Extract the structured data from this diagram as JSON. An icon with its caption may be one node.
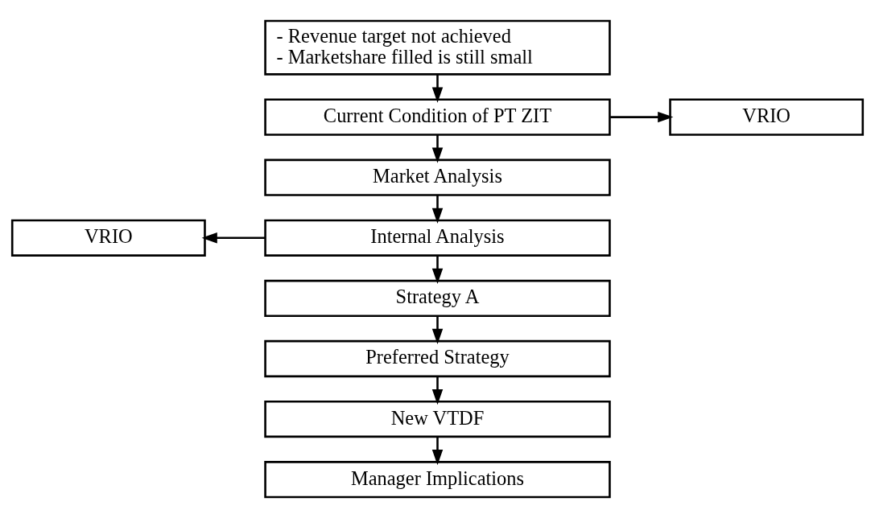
{
  "diagram": {
    "nodes": [
      {
        "text": [
          "- Revenue target not achieved",
          "- Marketshare filled is still small"
        ]
      },
      {
        "text": [
          "Current Condition of PT ZIT"
        ]
      },
      {
        "text": [
          "VRIO"
        ]
      },
      {
        "text": [
          "Market Analysis"
        ]
      },
      {
        "text": [
          "VRIO"
        ]
      },
      {
        "text": [
          "Internal Analysis"
        ]
      },
      {
        "text": [
          "Strategy A"
        ]
      },
      {
        "text": [
          "Preferred Strategy"
        ]
      },
      {
        "text": [
          "New VTDF"
        ]
      },
      {
        "text": [
          "Manager Implications"
        ]
      }
    ],
    "edges": [
      {
        "from": 0,
        "to": 1,
        "arrow": "to"
      },
      {
        "from": 1,
        "to": 2,
        "arrow": "to"
      },
      {
        "from": 1,
        "to": 3,
        "arrow": "to"
      },
      {
        "from": 3,
        "to": 5,
        "arrow": "to"
      },
      {
        "from": 5,
        "to": 4,
        "arrow": "to"
      },
      {
        "from": 5,
        "to": 6,
        "arrow": "to"
      },
      {
        "from": 6,
        "to": 7,
        "arrow": "to"
      },
      {
        "from": 7,
        "to": 8,
        "arrow": "to"
      },
      {
        "from": 8,
        "to": 9,
        "arrow": "to"
      }
    ]
  }
}
